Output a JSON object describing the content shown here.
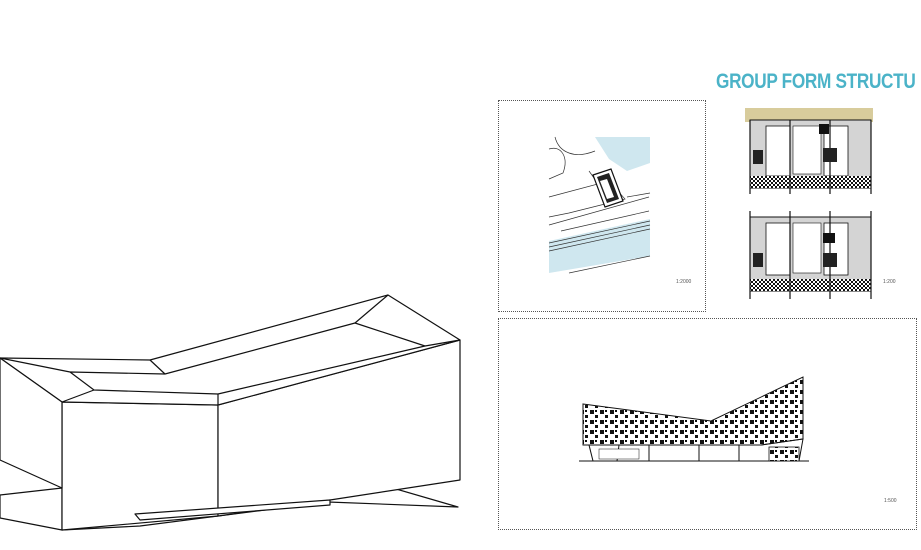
{
  "sheet": {
    "title": "GROUP FORM STRUCTU",
    "title_color": "#4bb3c8",
    "accent_roof_color": "#d8cc9c",
    "water_color": "#cfe7ef",
    "plan_fill_color": "#d4d4d4"
  },
  "site_plan": {
    "scale_label": "1:2000"
  },
  "floor_plans": {
    "scale_label": "1:200"
  },
  "elevation": {
    "scale_label": "1:500"
  }
}
